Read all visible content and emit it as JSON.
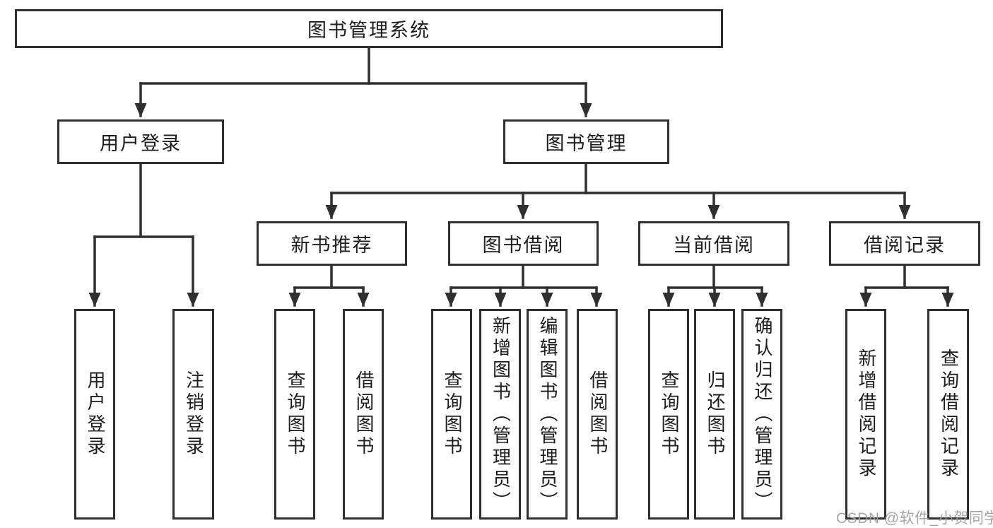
{
  "page": {
    "watermark": "CSDN @软件_小贺同学"
  },
  "diagram": {
    "type": "hierarchy-tree",
    "root": {
      "label": "图书管理系统",
      "children": [
        {
          "label": "用户登录",
          "children": [
            {
              "label": "用户登录"
            },
            {
              "label": "注销登录"
            }
          ]
        },
        {
          "label": "图书管理",
          "children": [
            {
              "label": "新书推荐",
              "children": [
                {
                  "label": "查询图书"
                },
                {
                  "label": "借阅图书"
                }
              ]
            },
            {
              "label": "图书借阅",
              "children": [
                {
                  "label": "查询图书"
                },
                {
                  "label": "新增图书（管理员）"
                },
                {
                  "label": "编辑图书（管理员）"
                },
                {
                  "label": "借阅图书"
                }
              ]
            },
            {
              "label": "当前借阅",
              "children": [
                {
                  "label": "查询图书"
                },
                {
                  "label": "归还图书"
                },
                {
                  "label": "确认归还（管理员）"
                }
              ]
            },
            {
              "label": "借阅记录",
              "children": [
                {
                  "label": "新增借阅记录"
                },
                {
                  "label": "查询借阅记录"
                }
              ]
            }
          ]
        }
      ]
    },
    "colors": {
      "box_border": "#2f2f2f",
      "connector": "#2f2f2f",
      "text": "#1d1d1f",
      "watermark_text": "#9f9fa3",
      "background": "#ffffff"
    }
  }
}
